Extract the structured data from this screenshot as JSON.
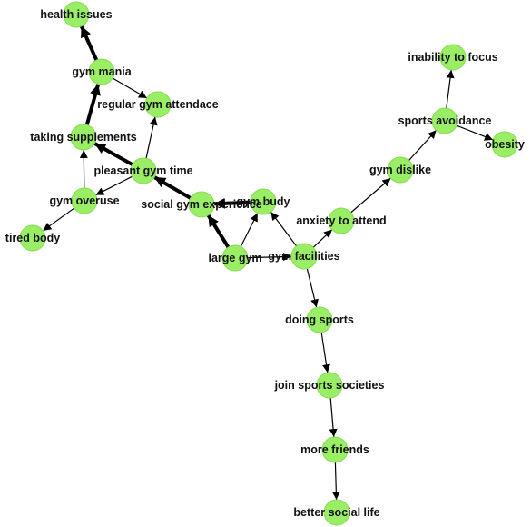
{
  "graph": {
    "colors": {
      "node_fill": "#99ee66",
      "edge": "#000000",
      "background": "#ffffff"
    },
    "nodes": [
      {
        "id": "health_issues",
        "label": "health issues"
      },
      {
        "id": "gym_mania",
        "label": "gym mania"
      },
      {
        "id": "regular_gym_attendace",
        "label": "regular gym attendace"
      },
      {
        "id": "taking_supplements",
        "label": "taking supplements"
      },
      {
        "id": "pleasant_gym_time",
        "label": "pleasant gym time"
      },
      {
        "id": "gym_overuse",
        "label": "gym overuse"
      },
      {
        "id": "tired_body",
        "label": "tired body"
      },
      {
        "id": "social_gym_experience",
        "label": "social gym experience"
      },
      {
        "id": "gym_budy",
        "label": "gym budy"
      },
      {
        "id": "large_gym",
        "label": "large gym"
      },
      {
        "id": "gym_facilities",
        "label": "gym facilities"
      },
      {
        "id": "anxiety_to_attend",
        "label": "anxiety to attend"
      },
      {
        "id": "gym_dislike",
        "label": "gym dislike"
      },
      {
        "id": "sports_avoidance",
        "label": "sports avoidance"
      },
      {
        "id": "inability_to_focus",
        "label": "inability to focus"
      },
      {
        "id": "obesity",
        "label": "obesity"
      },
      {
        "id": "doing_sports",
        "label": "doing sports"
      },
      {
        "id": "join_sports_societies",
        "label": "join sports societies"
      },
      {
        "id": "more_friends",
        "label": "more friends"
      },
      {
        "id": "better_social_life",
        "label": "better social life"
      }
    ],
    "edges": [
      {
        "from": "gym_mania",
        "to": "health_issues",
        "weight": "heavy"
      },
      {
        "from": "taking_supplements",
        "to": "gym_mania",
        "weight": "heavy"
      },
      {
        "from": "gym_mania",
        "to": "regular_gym_attendace",
        "weight": "normal"
      },
      {
        "from": "pleasant_gym_time",
        "to": "regular_gym_attendace",
        "weight": "normal"
      },
      {
        "from": "pleasant_gym_time",
        "to": "taking_supplements",
        "weight": "heavy"
      },
      {
        "from": "gym_overuse",
        "to": "taking_supplements",
        "weight": "normal"
      },
      {
        "from": "pleasant_gym_time",
        "to": "gym_overuse",
        "weight": "normal"
      },
      {
        "from": "gym_overuse",
        "to": "tired_body",
        "weight": "normal"
      },
      {
        "from": "social_gym_experience",
        "to": "pleasant_gym_time",
        "weight": "heavy"
      },
      {
        "from": "gym_budy",
        "to": "social_gym_experience",
        "weight": "heavy"
      },
      {
        "from": "large_gym",
        "to": "social_gym_experience",
        "weight": "heavy"
      },
      {
        "from": "large_gym",
        "to": "gym_budy",
        "weight": "normal"
      },
      {
        "from": "gym_facilities",
        "to": "gym_budy",
        "weight": "normal"
      },
      {
        "from": "large_gym",
        "to": "gym_facilities",
        "weight": "normal"
      },
      {
        "from": "gym_facilities",
        "to": "anxiety_to_attend",
        "weight": "normal"
      },
      {
        "from": "anxiety_to_attend",
        "to": "gym_dislike",
        "weight": "normal"
      },
      {
        "from": "gym_dislike",
        "to": "sports_avoidance",
        "weight": "normal"
      },
      {
        "from": "sports_avoidance",
        "to": "inability_to_focus",
        "weight": "normal"
      },
      {
        "from": "sports_avoidance",
        "to": "obesity",
        "weight": "normal"
      },
      {
        "from": "gym_facilities",
        "to": "doing_sports",
        "weight": "normal"
      },
      {
        "from": "doing_sports",
        "to": "join_sports_societies",
        "weight": "normal"
      },
      {
        "from": "join_sports_societies",
        "to": "more_friends",
        "weight": "normal"
      },
      {
        "from": "more_friends",
        "to": "better_social_life",
        "weight": "normal"
      }
    ]
  }
}
